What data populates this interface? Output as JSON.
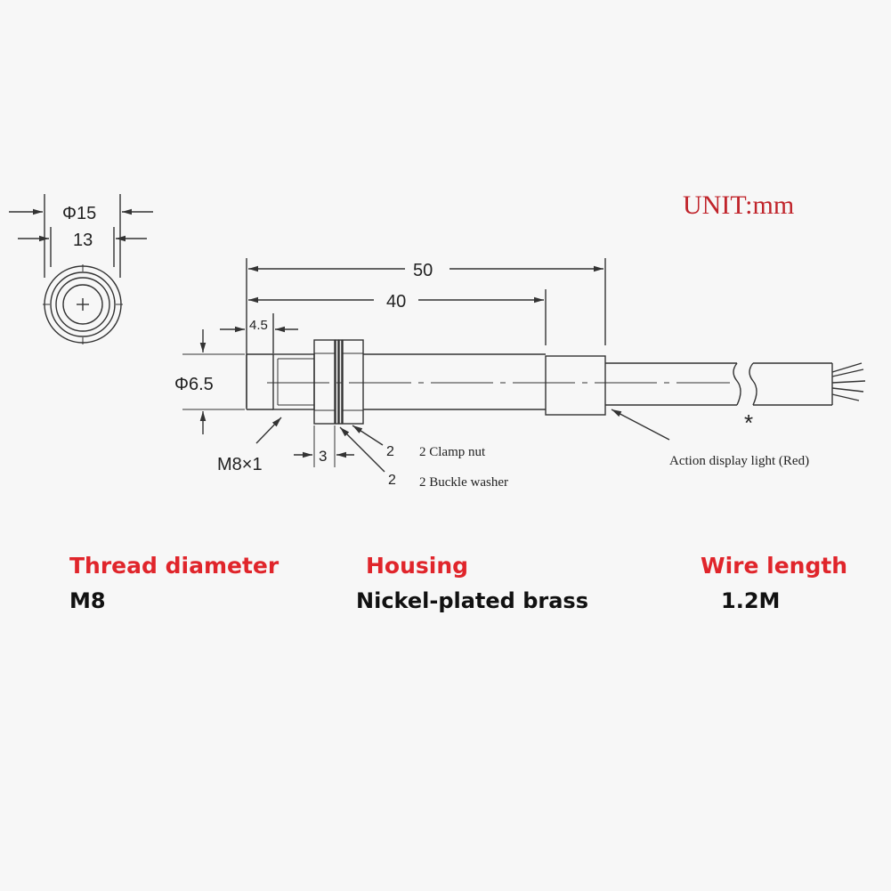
{
  "unit_label": "UNIT:mm",
  "front_view": {
    "outer_diameter_label": "Φ15",
    "inner_width_label": "13"
  },
  "side_view": {
    "overall_length_label": "50",
    "body_length_label": "40",
    "thread_start_label": "4.5",
    "body_diameter_label": "Φ6.5",
    "thread_label": "M8×1",
    "nut_width_label": "3",
    "clamp_nut_qty": "2",
    "clamp_nut_label": "2 Clamp nut",
    "washer_qty": "2",
    "washer_label": "2 Buckle washer",
    "asterisk": "*",
    "indicator_label": "Action display light (Red)"
  },
  "specs": [
    {
      "label": "Thread diameter",
      "value": "M8"
    },
    {
      "label": "Housing",
      "value": "Nickel-plated brass"
    },
    {
      "label": "Wire length",
      "value": "1.2M"
    }
  ]
}
